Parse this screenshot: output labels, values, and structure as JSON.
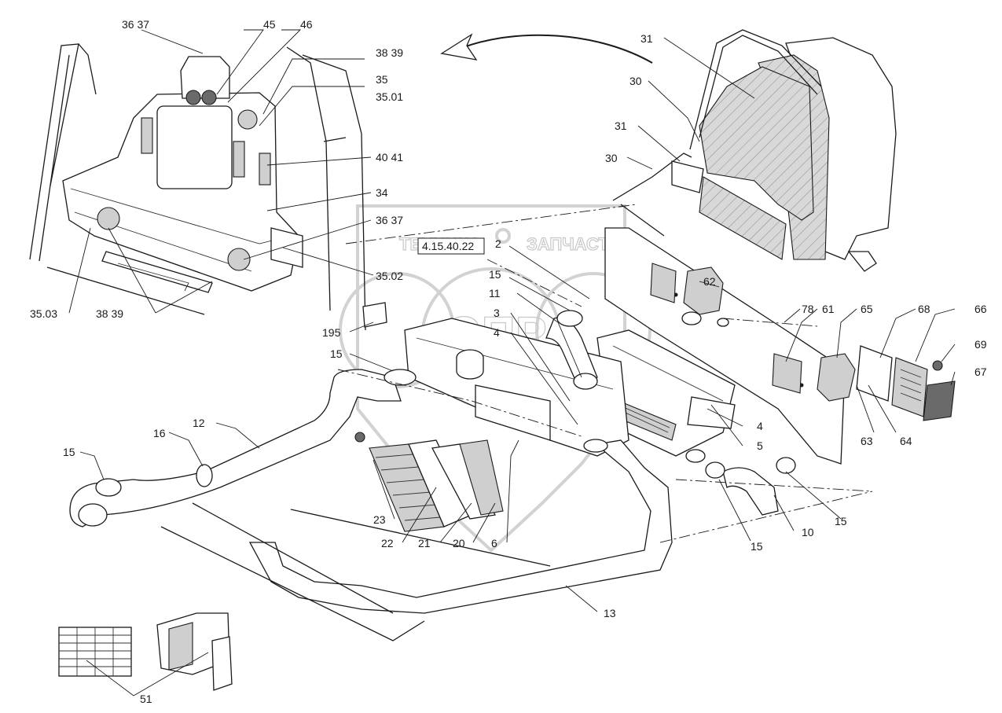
{
  "drawing_code": "4.15.40.22",
  "watermark": {
    "brand_top": "ТЕХНИКА",
    "brand_right": "ЗАПЧАСТИ",
    "logo_letters": "ЭПР"
  },
  "callouts": [
    {
      "id": "c1",
      "text": "36  37"
    },
    {
      "id": "c2",
      "text": "45"
    },
    {
      "id": "c3",
      "text": "46"
    },
    {
      "id": "c4",
      "text": "38  39"
    },
    {
      "id": "c5",
      "text": "35"
    },
    {
      "id": "c6",
      "text": "35.01"
    },
    {
      "id": "c7",
      "text": "40  41"
    },
    {
      "id": "c8",
      "text": "34"
    },
    {
      "id": "c9",
      "text": "36  37"
    },
    {
      "id": "c10",
      "text": "35.02"
    },
    {
      "id": "c11",
      "text": "35.03"
    },
    {
      "id": "c12",
      "text": "38  39"
    },
    {
      "id": "c13",
      "text": "31"
    },
    {
      "id": "c14",
      "text": "30"
    },
    {
      "id": "c15",
      "text": "31"
    },
    {
      "id": "c16",
      "text": "30"
    },
    {
      "id": "c17",
      "text": "2"
    },
    {
      "id": "c18",
      "text": "62"
    },
    {
      "id": "c19",
      "text": "15"
    },
    {
      "id": "c20",
      "text": "11"
    },
    {
      "id": "c21",
      "text": "3"
    },
    {
      "id": "c22",
      "text": "4"
    },
    {
      "id": "c23",
      "text": "78"
    },
    {
      "id": "c24",
      "text": "61"
    },
    {
      "id": "c25",
      "text": "65"
    },
    {
      "id": "c26",
      "text": "68"
    },
    {
      "id": "c27",
      "text": "66"
    },
    {
      "id": "c28",
      "text": "69"
    },
    {
      "id": "c29",
      "text": "67"
    },
    {
      "id": "c30",
      "text": "195"
    },
    {
      "id": "c31",
      "text": "15"
    },
    {
      "id": "c32",
      "text": "4"
    },
    {
      "id": "c33",
      "text": "5"
    },
    {
      "id": "c34",
      "text": "63"
    },
    {
      "id": "c35",
      "text": "64"
    },
    {
      "id": "c36",
      "text": "12"
    },
    {
      "id": "c37",
      "text": "16"
    },
    {
      "id": "c38",
      "text": "15"
    },
    {
      "id": "c39",
      "text": "23"
    },
    {
      "id": "c40",
      "text": "22"
    },
    {
      "id": "c41",
      "text": "21"
    },
    {
      "id": "c42",
      "text": "20"
    },
    {
      "id": "c43",
      "text": "6"
    },
    {
      "id": "c44",
      "text": "15"
    },
    {
      "id": "c45",
      "text": "10"
    },
    {
      "id": "c46",
      "text": "15"
    },
    {
      "id": "c47",
      "text": "13"
    },
    {
      "id": "c48",
      "text": "51"
    }
  ]
}
